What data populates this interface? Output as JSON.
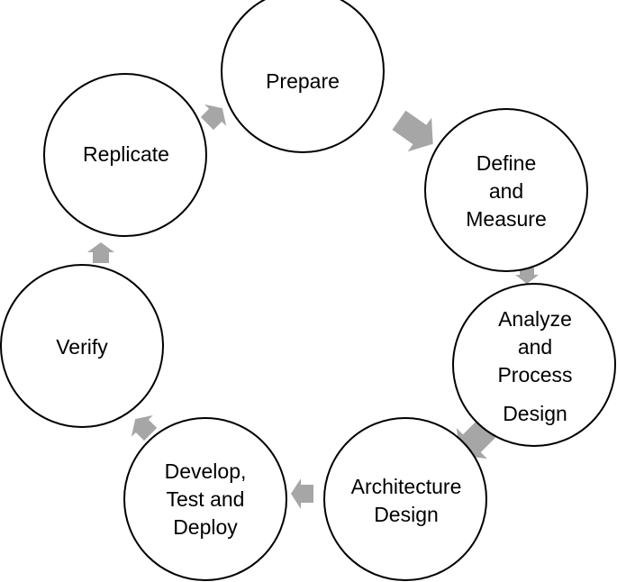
{
  "diagram": {
    "type": "cycle",
    "arrow_color": "#a6a6a6",
    "circle_stroke": "#000000",
    "nodes": [
      {
        "id": "prepare",
        "lines": [
          "Prepare"
        ]
      },
      {
        "id": "define-and-measure",
        "lines": [
          "Define",
          "and",
          "Measure"
        ]
      },
      {
        "id": "analyze-and-process-design",
        "lines": [
          "Analyze",
          "and",
          "Process",
          "Design"
        ]
      },
      {
        "id": "architecture-design",
        "lines": [
          "Architecture",
          "Design"
        ]
      },
      {
        "id": "develop-test-deploy",
        "lines": [
          "Develop,",
          "Test and",
          "Deploy"
        ]
      },
      {
        "id": "verify",
        "lines": [
          "Verify"
        ]
      },
      {
        "id": "replicate",
        "lines": [
          "Replicate"
        ]
      }
    ]
  }
}
